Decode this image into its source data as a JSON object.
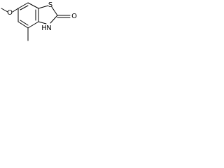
{
  "molecule": {
    "atoms": {
      "oxygen_methoxy": "O",
      "sulfur": "S",
      "oxygen_carbonyl": "O",
      "nitrogen_h": "H",
      "nitrogen": "N"
    },
    "colors": {
      "line": "#000000",
      "background": "#ffffff"
    }
  }
}
